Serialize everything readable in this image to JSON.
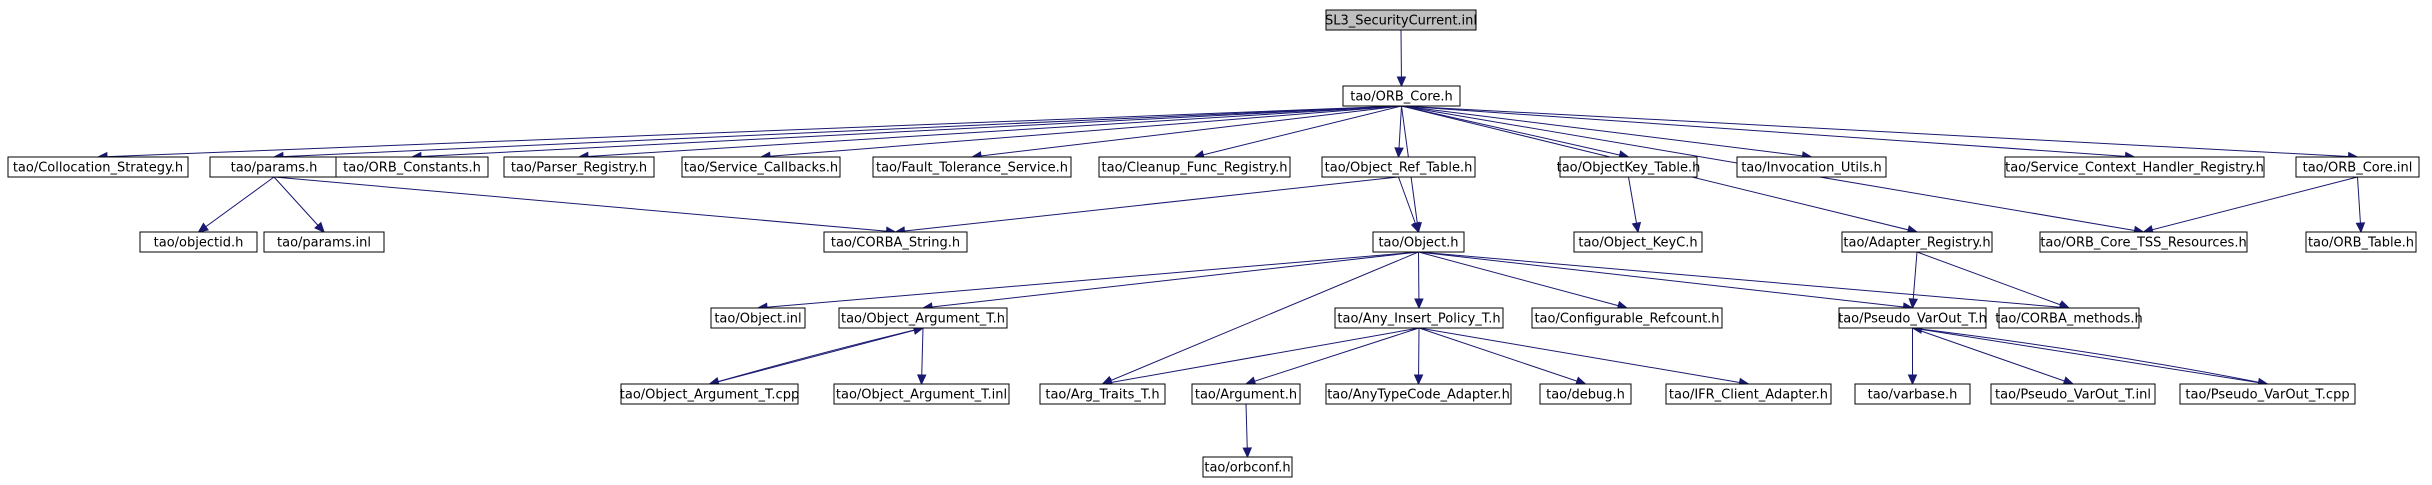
{
  "diagram": {
    "nodes": [
      {
        "id": "root",
        "label": "SL3_SecurityCurrent.inl"
      },
      {
        "id": "orb_core_h",
        "label": "tao/ORB_Core.h"
      },
      {
        "id": "collocation",
        "label": "tao/Collocation_Strategy.h"
      },
      {
        "id": "params_h",
        "label": "tao/params.h"
      },
      {
        "id": "orb_constants",
        "label": "tao/ORB_Constants.h"
      },
      {
        "id": "parser_registry",
        "label": "tao/Parser_Registry.h"
      },
      {
        "id": "service_callbacks",
        "label": "tao/Service_Callbacks.h"
      },
      {
        "id": "fault_tolerance",
        "label": "tao/Fault_Tolerance_Service.h"
      },
      {
        "id": "cleanup",
        "label": "tao/Cleanup_Func_Registry.h"
      },
      {
        "id": "object_ref_table",
        "label": "tao/Object_Ref_Table.h"
      },
      {
        "id": "objectkey_table",
        "label": "tao/ObjectKey_Table.h"
      },
      {
        "id": "invocation_utils",
        "label": "tao/Invocation_Utils.h"
      },
      {
        "id": "service_context",
        "label": "tao/Service_Context_Handler_Registry.h"
      },
      {
        "id": "orb_core_inl",
        "label": "tao/ORB_Core.inl"
      },
      {
        "id": "objectid",
        "label": "tao/objectid.h"
      },
      {
        "id": "params_inl",
        "label": "tao/params.inl"
      },
      {
        "id": "corba_string",
        "label": "tao/CORBA_String.h"
      },
      {
        "id": "object_h",
        "label": "tao/Object.h"
      },
      {
        "id": "object_keyc",
        "label": "tao/Object_KeyC.h"
      },
      {
        "id": "adapter_registry",
        "label": "tao/Adapter_Registry.h"
      },
      {
        "id": "orb_core_tss",
        "label": "tao/ORB_Core_TSS_Resources.h"
      },
      {
        "id": "orb_table",
        "label": "tao/ORB_Table.h"
      },
      {
        "id": "object_inl",
        "label": "tao/Object.inl"
      },
      {
        "id": "object_argument_t_h",
        "label": "tao/Object_Argument_T.h"
      },
      {
        "id": "any_insert",
        "label": "tao/Any_Insert_Policy_T.h"
      },
      {
        "id": "configurable_refcount",
        "label": "tao/Configurable_Refcount.h"
      },
      {
        "id": "pseudo_varout_h",
        "label": "tao/Pseudo_VarOut_T.h"
      },
      {
        "id": "corba_methods",
        "label": "tao/CORBA_methods.h"
      },
      {
        "id": "object_argument_t_cpp",
        "label": "tao/Object_Argument_T.cpp"
      },
      {
        "id": "object_argument_t_inl",
        "label": "tao/Object_Argument_T.inl"
      },
      {
        "id": "arg_traits",
        "label": "tao/Arg_Traits_T.h"
      },
      {
        "id": "argument_h",
        "label": "tao/Argument.h"
      },
      {
        "id": "anytypecode",
        "label": "tao/AnyTypeCode_Adapter.h"
      },
      {
        "id": "debug_h",
        "label": "tao/debug.h"
      },
      {
        "id": "ifr_client",
        "label": "tao/IFR_Client_Adapter.h"
      },
      {
        "id": "varbase",
        "label": "tao/varbase.h"
      },
      {
        "id": "pseudo_varout_inl",
        "label": "tao/Pseudo_VarOut_T.inl"
      },
      {
        "id": "pseudo_varout_cpp",
        "label": "tao/Pseudo_VarOut_T.cpp"
      },
      {
        "id": "orbconf",
        "label": "tao/orbconf.h"
      }
    ],
    "edges": [
      [
        "root",
        "orb_core_h"
      ],
      [
        "orb_core_h",
        "collocation"
      ],
      [
        "orb_core_h",
        "params_h"
      ],
      [
        "orb_core_h",
        "orb_constants"
      ],
      [
        "orb_core_h",
        "parser_registry"
      ],
      [
        "orb_core_h",
        "service_callbacks"
      ],
      [
        "orb_core_h",
        "fault_tolerance"
      ],
      [
        "orb_core_h",
        "cleanup"
      ],
      [
        "orb_core_h",
        "object_ref_table"
      ],
      [
        "orb_core_h",
        "object_h"
      ],
      [
        "orb_core_h",
        "objectkey_table"
      ],
      [
        "orb_core_h",
        "invocation_utils"
      ],
      [
        "orb_core_h",
        "adapter_registry"
      ],
      [
        "orb_core_h",
        "orb_core_tss"
      ],
      [
        "orb_core_h",
        "service_context"
      ],
      [
        "orb_core_h",
        "orb_core_inl"
      ],
      [
        "params_h",
        "objectid"
      ],
      [
        "params_h",
        "params_inl"
      ],
      [
        "params_h",
        "corba_string"
      ],
      [
        "object_ref_table",
        "corba_string"
      ],
      [
        "object_ref_table",
        "object_h"
      ],
      [
        "objectkey_table",
        "object_keyc"
      ],
      [
        "orb_core_inl",
        "orb_core_tss"
      ],
      [
        "orb_core_inl",
        "orb_table"
      ],
      [
        "object_h",
        "object_inl"
      ],
      [
        "object_h",
        "object_argument_t_h"
      ],
      [
        "object_h",
        "arg_traits"
      ],
      [
        "object_h",
        "any_insert"
      ],
      [
        "object_h",
        "configurable_refcount"
      ],
      [
        "object_h",
        "pseudo_varout_h"
      ],
      [
        "object_h",
        "corba_methods"
      ],
      [
        "adapter_registry",
        "pseudo_varout_h"
      ],
      [
        "adapter_registry",
        "corba_methods"
      ],
      [
        "object_argument_t_h",
        "object_argument_t_cpp"
      ],
      [
        "object_argument_t_h",
        "object_argument_t_inl"
      ],
      [
        "object_argument_t_cpp",
        "object_argument_t_h"
      ],
      [
        "any_insert",
        "arg_traits"
      ],
      [
        "any_insert",
        "argument_h"
      ],
      [
        "any_insert",
        "anytypecode"
      ],
      [
        "any_insert",
        "debug_h"
      ],
      [
        "any_insert",
        "ifr_client"
      ],
      [
        "argument_h",
        "orbconf"
      ],
      [
        "pseudo_varout_h",
        "varbase"
      ],
      [
        "pseudo_varout_h",
        "pseudo_varout_inl"
      ],
      [
        "pseudo_varout_h",
        "pseudo_varout_cpp"
      ],
      [
        "pseudo_varout_cpp",
        "pseudo_varout_h"
      ]
    ]
  }
}
